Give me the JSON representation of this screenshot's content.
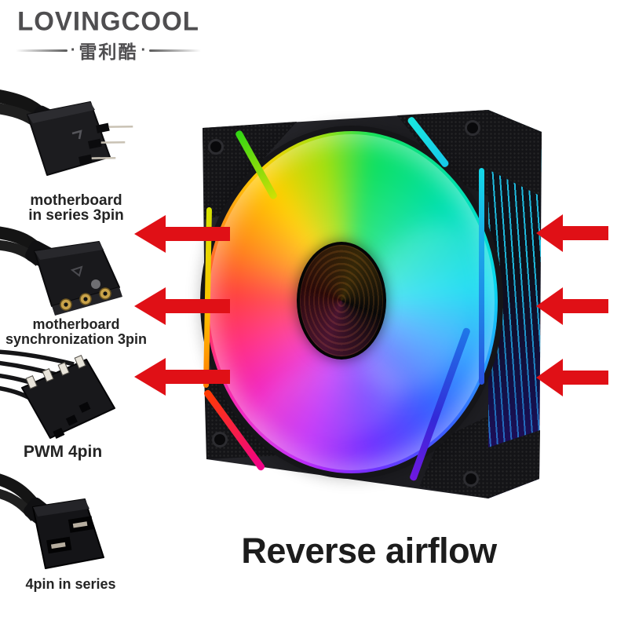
{
  "brand": {
    "name": "LOVINGCOOL",
    "name_cn": "雷利酷"
  },
  "connectors": [
    {
      "icon": "3pin-male-connector",
      "label_line1": "motherboard",
      "label_line2": "in series 3pin"
    },
    {
      "icon": "3pin-female-connector",
      "label_line1": "motherboard",
      "label_line2": "synchronization 3pin"
    },
    {
      "icon": "4pin-pwm-connector",
      "label_line1": "PWM 4pin"
    },
    {
      "icon": "4pin-series-connector",
      "label_line1": "4pin in series"
    }
  ],
  "caption": "Reverse airflow",
  "fan": {
    "description": "ARGB PC case fan, black frame, rainbow LED ring, reverse airflow model",
    "airflow_direction": "left"
  },
  "arrows": {
    "left_count": 3,
    "right_count": 3,
    "color": "#e01016"
  },
  "colors": {
    "background": "#ffffff",
    "arrow_red": "#e01016",
    "logo_gray": "#4f4e50",
    "text_black": "#1c1c1c",
    "led_green": "#2fd614",
    "led_yellow": "#ffc400",
    "led_magenta": "#f0008c",
    "led_cyan": "#19e8e0",
    "led_blue": "#2850e0"
  }
}
